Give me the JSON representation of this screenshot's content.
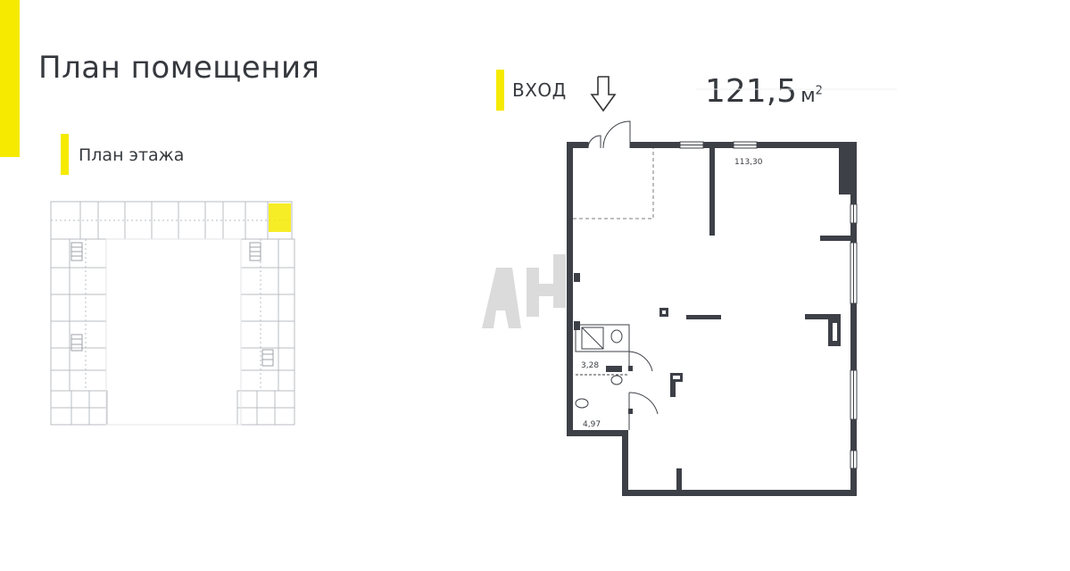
{
  "header": {
    "title": "План помещения",
    "floor_plan_label": "План этажа",
    "entrance_label": "ВХОД"
  },
  "area": {
    "value": "121,5",
    "unit": "м",
    "unit_sup": "2"
  },
  "plan_dimensions": {
    "main_hall": "113,30",
    "bathroom_1": "3,28",
    "bathroom_2": "4,97"
  },
  "watermark": {
    "text": "АН"
  },
  "colors": {
    "accent": "#f5ea00",
    "wall": "#3d4047",
    "text": "#36393e"
  }
}
